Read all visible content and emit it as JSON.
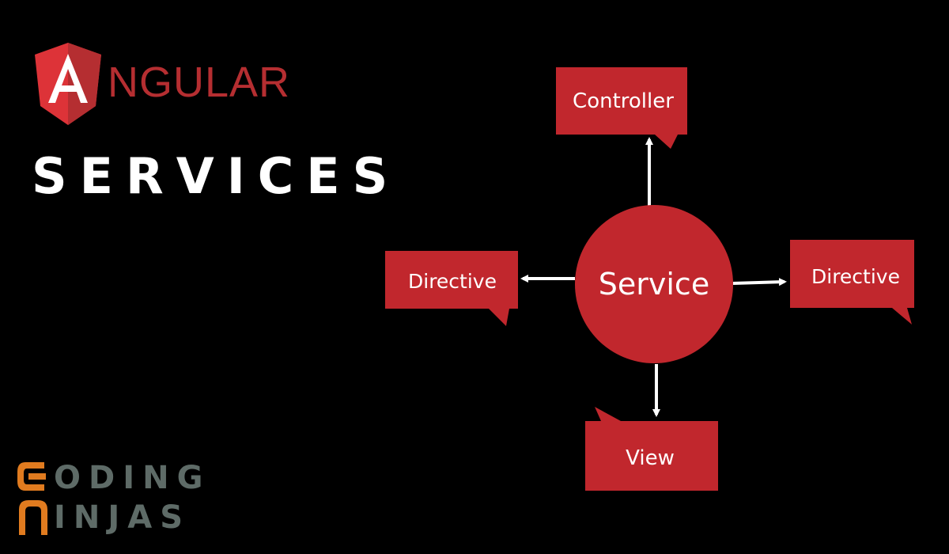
{
  "brand": {
    "name": "NGULAR",
    "title": "SERVICES",
    "color": "#b52e31"
  },
  "diagram": {
    "center": {
      "label": "Service"
    },
    "nodes": [
      {
        "id": "controller",
        "label": "Controller"
      },
      {
        "id": "directive-left",
        "label": "Directive"
      },
      {
        "id": "directive-right",
        "label": "Directive"
      },
      {
        "id": "view",
        "label": "View"
      }
    ],
    "edges": [
      {
        "from": "Service",
        "to": "Controller"
      },
      {
        "from": "Service",
        "to": "Directive"
      },
      {
        "from": "Service",
        "to": "Directive"
      },
      {
        "from": "Service",
        "to": "View"
      }
    ],
    "colors": {
      "node": "#c1272d",
      "arrow": "#ffffff",
      "background": "#000000"
    }
  },
  "footer_logo": {
    "line1": "ODING",
    "line2": "INJAS",
    "accent": "#e07b1f",
    "gray": "#5e6b67"
  }
}
